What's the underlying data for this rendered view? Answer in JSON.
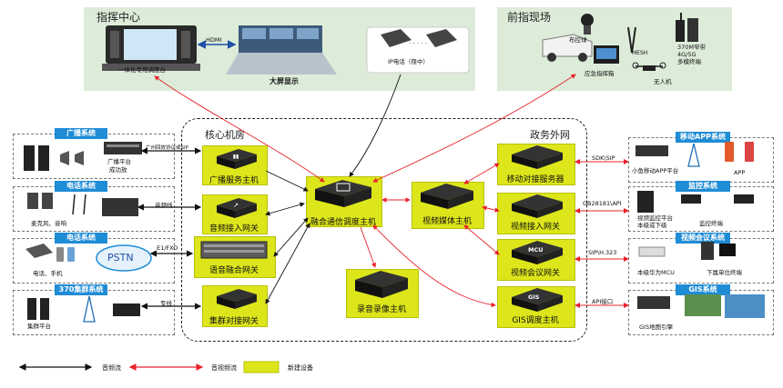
{
  "regions": {
    "command_center": "指挥中心",
    "front_site": "前指现场",
    "core_room": "核心机房",
    "gov_network": "政务外网"
  },
  "command_center": {
    "console_label": "一体化专用调度台",
    "hdmi_label": "HDMI",
    "screen_label": "大屏显示",
    "ipphone_label": "IP电话（筷中）"
  },
  "front_site": {
    "label_camera": "布控球",
    "label_mesh": "MESH",
    "label_bands": "370M窄带\n4G/5G\n多模终端",
    "label_box": "应急指挥箱",
    "label_drone": "无人机"
  },
  "core_devices": {
    "broadcast_server": "广播服务主机",
    "audio_gateway": "音频接入网关",
    "voice_gateway": "语音融合网关",
    "trunk_gateway": "集群对接网关",
    "fusion_host": "融合通信调度主机",
    "record_host": "录音录像主机",
    "video_media_host": "视频媒体主机",
    "mobile_server": "移动对接服务器",
    "video_gateway": "视频接入网关",
    "conf_gateway": "视频会议网关",
    "gis_host": "GIS调度主机",
    "mcu_label": "MCU",
    "gis_label": "GIS"
  },
  "left_systems": {
    "broadcast": {
      "title": "广播系统",
      "items": [
        "广播平台",
        "成功放"
      ],
      "link": "广州回放协议或SIP"
    },
    "phone1": {
      "title": "电话系统",
      "items": [
        "麦克风、音响"
      ],
      "link": "音频线"
    },
    "phone2": {
      "title": "电话系统",
      "items": [
        "电话、手机"
      ],
      "pstn": "PSTN",
      "link": "E1/FXO"
    },
    "trunk": {
      "title": "370集群系统",
      "items": [
        "集群平台"
      ],
      "link": "专线"
    }
  },
  "right_systems": {
    "mobile_app": {
      "title": "移动APP系统",
      "items": [
        "小鱼移动APP平台",
        "APP"
      ],
      "link": "SDK\\SIP"
    },
    "monitor": {
      "title": "监控系统",
      "items": [
        "视频监控平台\n本级或下级",
        "监控终端"
      ],
      "link": "GB28181\\API"
    },
    "video_conf": {
      "title": "视频会议系统",
      "items": [
        "本级华为MCU",
        "下属单位终端"
      ],
      "link": "SIP\\H.323"
    },
    "gis": {
      "title": "GIS系统",
      "items": [
        "GIS地图引擎"
      ],
      "link": "API接口"
    }
  },
  "legend": {
    "audio": "音频流",
    "av": "音视频流",
    "new": "新建设备"
  },
  "colors": {
    "region_bg": "#dcecd9",
    "device_fill": "#dde61a",
    "audio_arrow": "#111111",
    "av_arrow": "#e8212b",
    "title_blue": "#1f8cd6"
  }
}
